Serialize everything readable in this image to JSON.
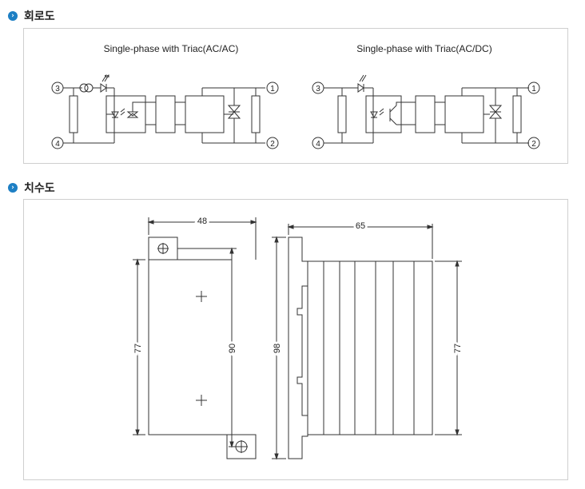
{
  "sections": {
    "circuit": {
      "title": "회로도"
    },
    "dimension": {
      "title": "치수도"
    }
  },
  "circuit": {
    "left_title": "Single-phase with Triac(AC/AC)",
    "right_title": "Single-phase with Triac(AC/DC)",
    "terminals": {
      "t1": "1",
      "t2": "2",
      "t3": "3",
      "t4": "4"
    }
  },
  "dimensions": {
    "width_front": "48",
    "width_side": "65",
    "height_body": "77",
    "height_mount": "90",
    "height_total": "98",
    "height_side": "77"
  },
  "icons": {
    "bullet": "chevron-right-icon"
  },
  "colors": {
    "accent": "#1d7fc4",
    "line": "#333333",
    "border": "#cfcfcf"
  }
}
